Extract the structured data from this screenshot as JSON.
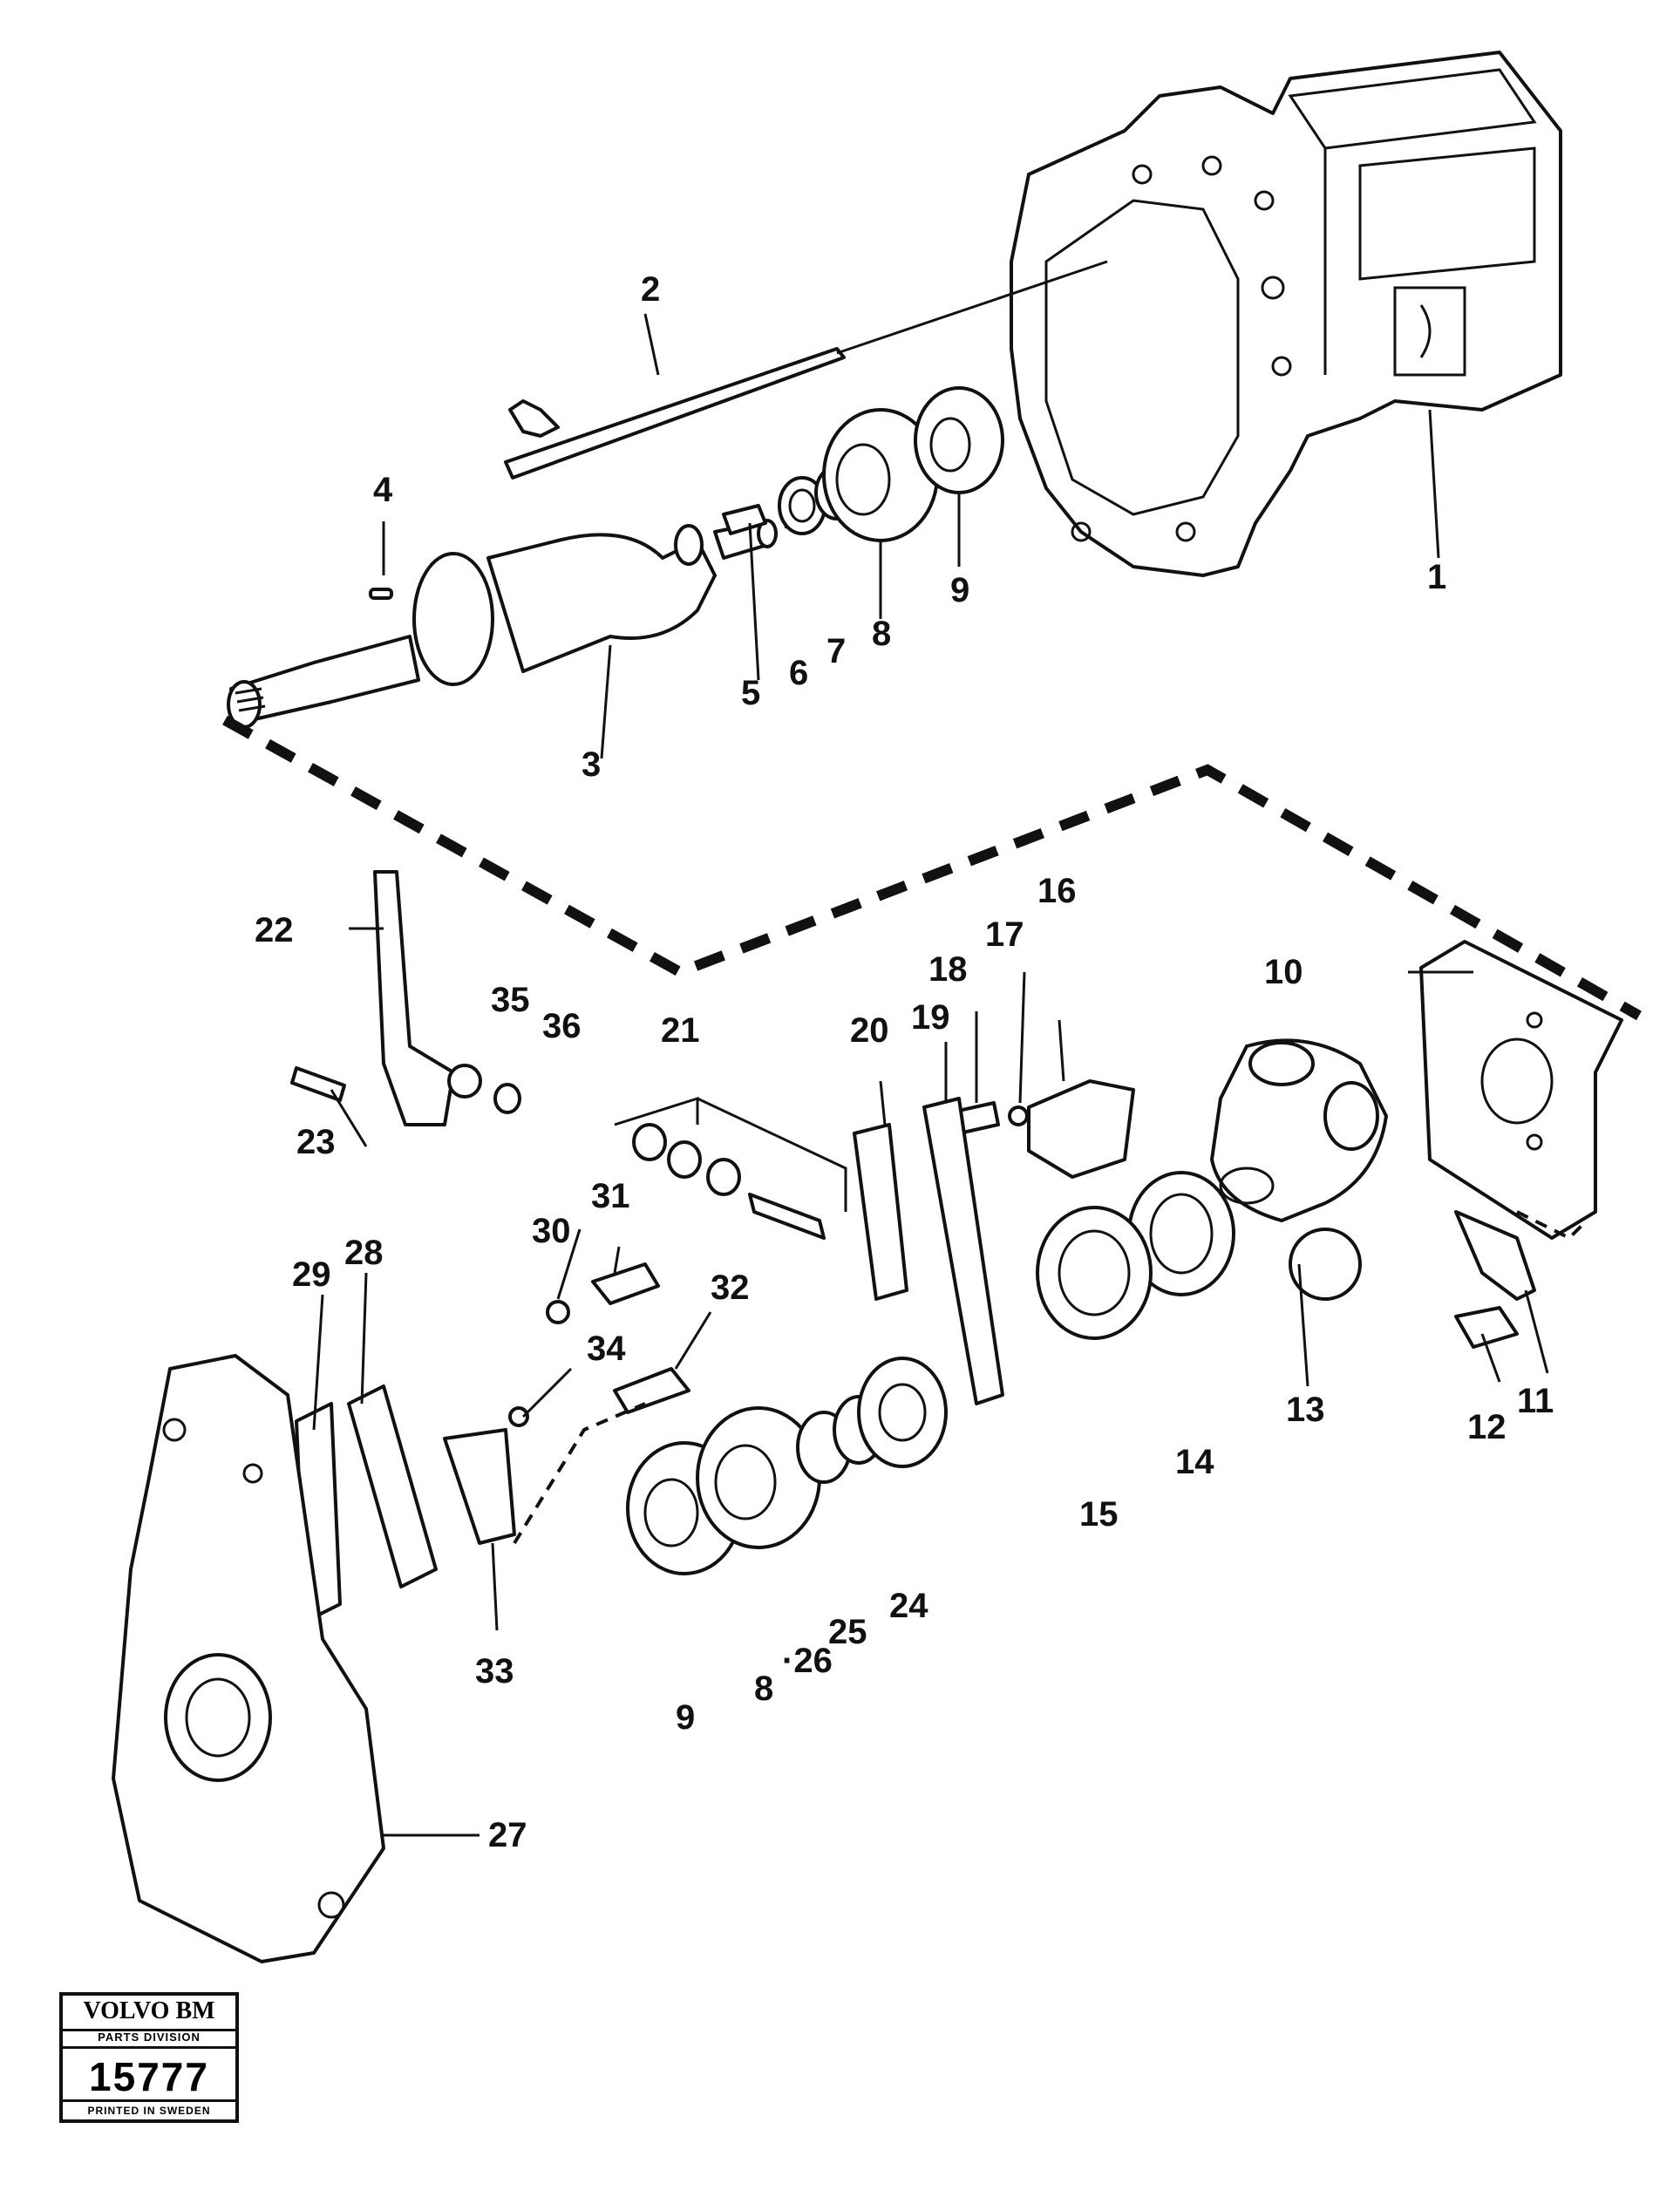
{
  "diagram": {
    "part_numbers": [
      "1",
      "2",
      "3",
      "4",
      "5",
      "6",
      "7",
      "8",
      "9",
      "10",
      "11",
      "12",
      "13",
      "14",
      "15",
      "16",
      "17",
      "18",
      "19",
      "20",
      "21",
      "22",
      "23",
      "24",
      "25",
      "26",
      "27",
      "28",
      "29",
      "30",
      "31",
      "32",
      "33",
      "34",
      "35",
      "36"
    ],
    "second_view": {
      "nine": "9",
      "eight": "8",
      "twenty_six": "·26"
    }
  },
  "logo": {
    "brand": "VOLVO BM",
    "division": "PARTS DIVISION",
    "number": "15777",
    "footer": "PRINTED IN SWEDEN"
  }
}
